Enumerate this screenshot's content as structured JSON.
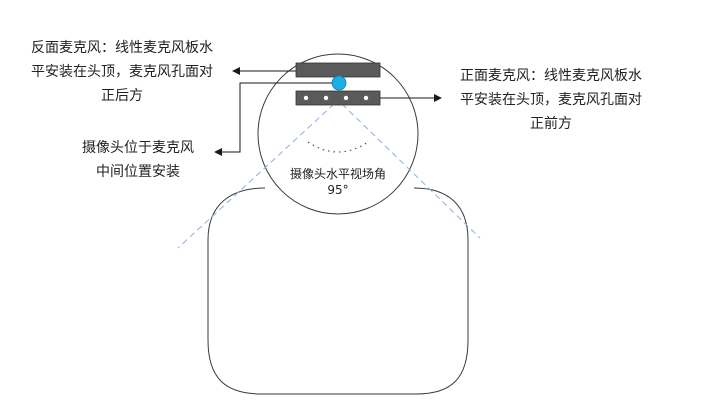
{
  "labels": {
    "back_mic": [
      "反面麦克风：线性麦克风板水",
      "平安装在头顶，麦克风孔面对",
      "正后方"
    ],
    "front_mic": [
      "正面麦克风：线性麦克风板水",
      "平安装在头顶，麦克风孔面对",
      "正前方"
    ],
    "camera": [
      "摄像头位于麦克风",
      "中间位置安装"
    ],
    "fov": [
      "摄像头水平视场角",
      "95°"
    ]
  },
  "colors": {
    "mic_bar": "#5a5a5a",
    "camera": "#1ab0e6",
    "fov_line": "#8eaee0",
    "outline": "#3a3a3a",
    "arrow": "#1a1a1a"
  },
  "icons": {
    "camera": "camera-lens-dot",
    "mic_hole": "mic-hole-dot"
  }
}
